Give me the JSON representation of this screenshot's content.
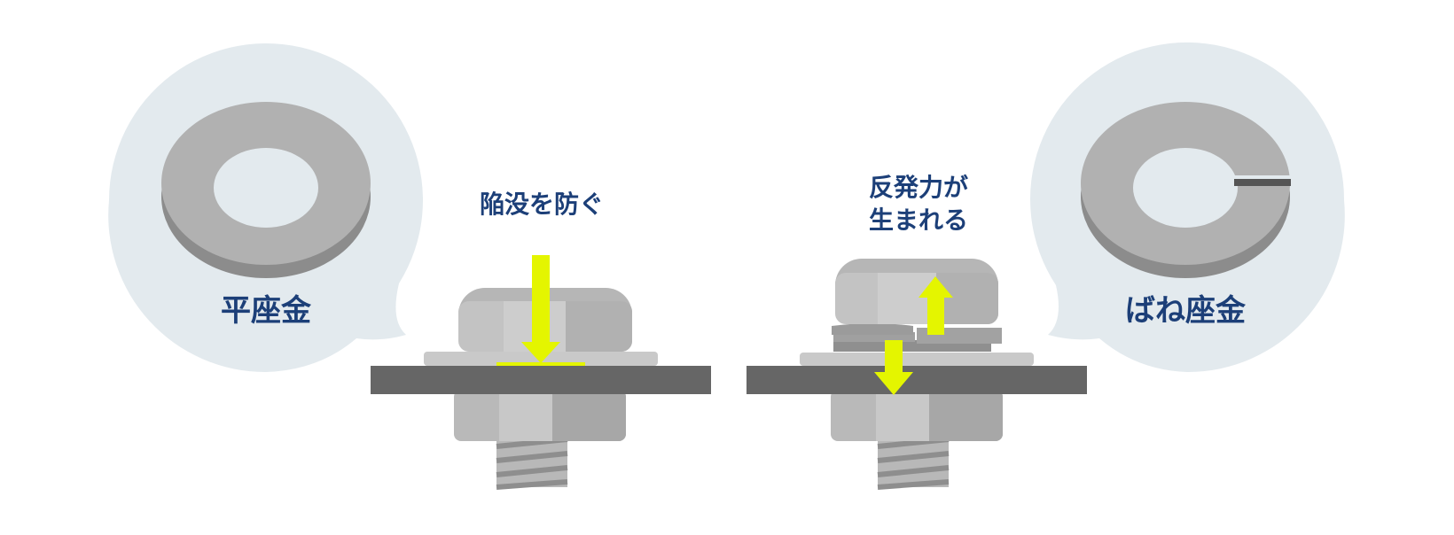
{
  "washers": {
    "flat": {
      "label": "平座金"
    },
    "spring": {
      "label": "ばね座金"
    }
  },
  "callouts": {
    "flat_effect": "陥没を防ぐ",
    "spring_effect_line1": "反発力が",
    "spring_effect_line2": "生まれる"
  },
  "colors": {
    "bubble": "#e3eaee",
    "label": "#1c3f78",
    "accent_arrow": "#e4f500",
    "plate": "#666666",
    "metal_light": "#c6c6c6",
    "metal_mid": "#b3b3b3",
    "metal_dark": "#8a8a8a"
  }
}
